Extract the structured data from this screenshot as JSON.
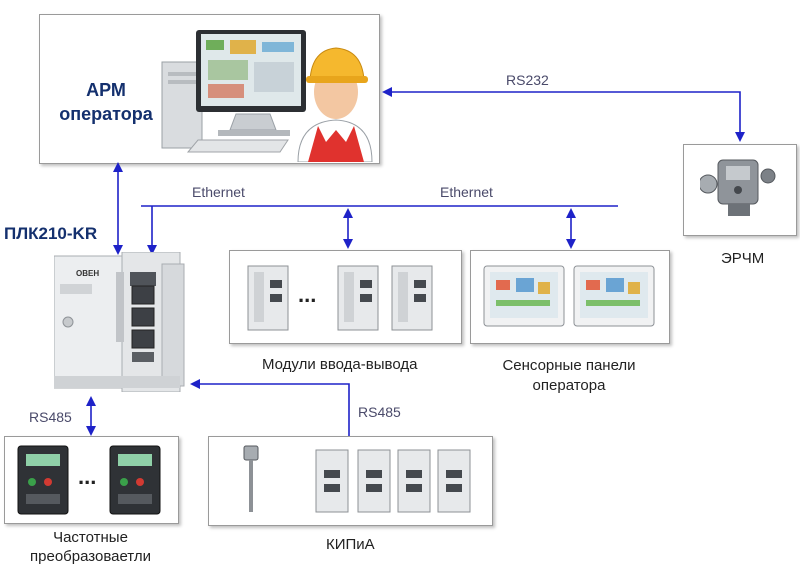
{
  "operator_station": {
    "title_line1": "АРМ",
    "title_line2": "оператора"
  },
  "plc": {
    "label": "ПЛК210-KR",
    "brand": "OBEH"
  },
  "links": {
    "ethernet_1": "Ethernet",
    "ethernet_2": "Ethernet",
    "rs232": "RS232",
    "rs485_left": "RS485",
    "rs485_right": "RS485"
  },
  "erchm": {
    "label": "ЭРЧМ"
  },
  "io_modules": {
    "label": "Модули ввода-вывода",
    "ellipsis": "..."
  },
  "touch_panels": {
    "label_line1": "Сенсорные панели",
    "label_line2": "оператора"
  },
  "vfd": {
    "label_line1": "Частотные",
    "label_line2": "преобразоваетли",
    "ellipsis": "..."
  },
  "kipia": {
    "label": "КИПиА"
  },
  "colors": {
    "arrow": "#1e22c8",
    "box_border": "#9a9a9a",
    "title_blue": "#14306e"
  }
}
